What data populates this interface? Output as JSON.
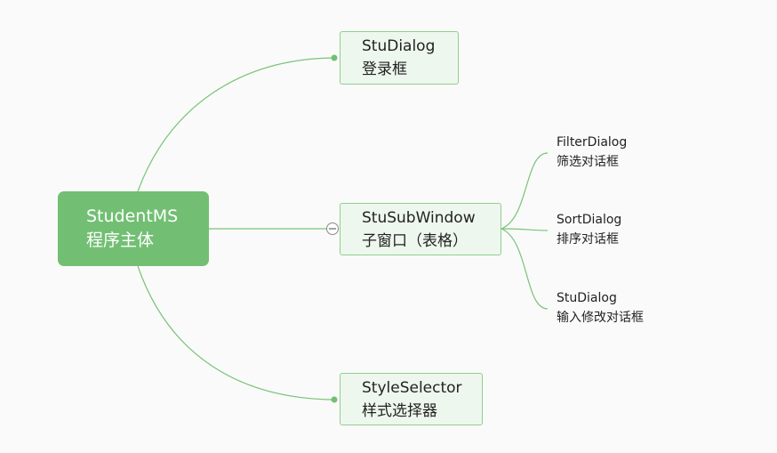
{
  "colors": {
    "root_fill": "#72bf74",
    "box_fill": "#eef7ee",
    "box_border": "#8fcf8f",
    "connector": "#78c478"
  },
  "root": {
    "title": "StudentMS",
    "subtitle": "程序主体"
  },
  "branches": [
    {
      "title": "StuDialog",
      "subtitle": "登录框"
    },
    {
      "title": "StuSubWindow",
      "subtitle": "子窗口（表格）",
      "collapse_icon": "minus-circle-icon",
      "children": [
        {
          "title": "FilterDialog",
          "subtitle": "筛选对话框"
        },
        {
          "title": "SortDialog",
          "subtitle": "排序对话框"
        },
        {
          "title": "StuDialog",
          "subtitle": "输入修改对话框"
        }
      ]
    },
    {
      "title": "StyleSelector",
      "subtitle": "样式选择器"
    }
  ]
}
